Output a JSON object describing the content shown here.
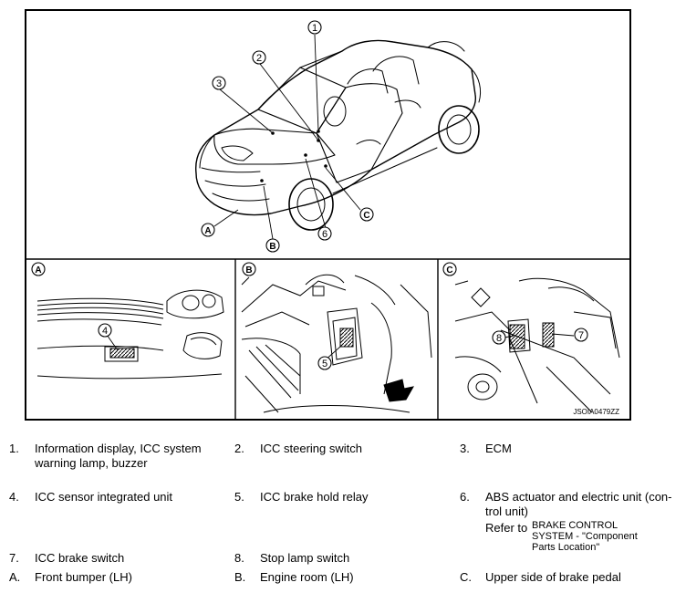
{
  "figure": {
    "callouts": [
      "1",
      "2",
      "3",
      "4",
      "5",
      "6",
      "7",
      "8"
    ],
    "views": [
      "A",
      "B",
      "C"
    ],
    "figure_code": "JSOIA0479ZZ"
  },
  "legend": [
    {
      "num": "1.",
      "text": "Information display, ICC system warning lamp, buzzer"
    },
    {
      "num": "2.",
      "text": "ICC steering switch"
    },
    {
      "num": "3.",
      "text": "ECM"
    },
    {
      "num": "4.",
      "text": "ICC sensor integrated unit"
    },
    {
      "num": "5.",
      "text": "ICC brake hold relay"
    },
    {
      "num": "6.",
      "text": "ABS actuator and electric unit (con-trol unit)"
    },
    {
      "num": "7.",
      "text": "ICC brake switch"
    },
    {
      "num": "8.",
      "text": "Stop lamp switch"
    },
    {
      "num": "A.",
      "text": "Front bumper (LH)"
    },
    {
      "num": "B.",
      "text": "Engine room (LH)"
    },
    {
      "num": "C.",
      "text": "Upper side of brake pedal"
    }
  ],
  "refer": {
    "prefix": "Refer to",
    "link": "BRAKE CONTROL SYSTEM - \"Component Parts Location\""
  }
}
